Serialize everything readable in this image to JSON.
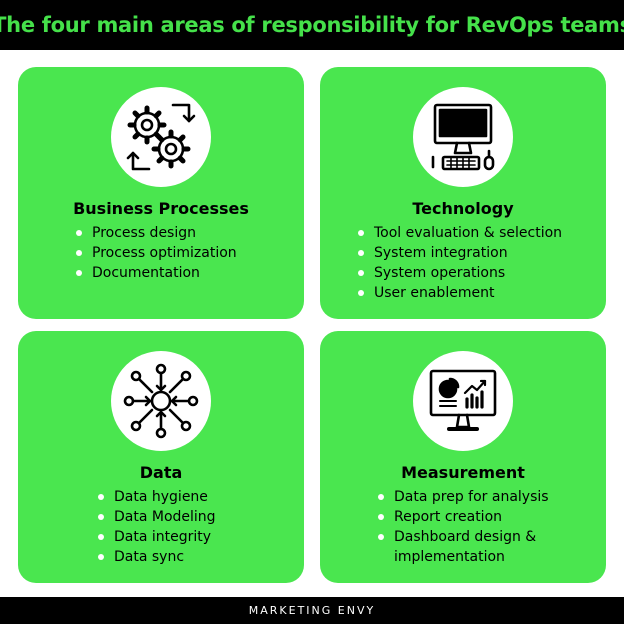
{
  "header": {
    "title": "The four main areas of responsibility for RevOps teams"
  },
  "colors": {
    "accent": "#4ae64f",
    "title": "#45e14a",
    "background": "#ffffff",
    "frame": "#000000"
  },
  "cards": [
    {
      "title": "Business Processes",
      "icon": "gears-process-icon",
      "items": [
        "Process design",
        "Process optimization",
        "Documentation"
      ]
    },
    {
      "title": "Technology",
      "icon": "computer-workstation-icon",
      "items": [
        "Tool evaluation & selection",
        "System integration",
        "System operations",
        "User enablement"
      ]
    },
    {
      "title": "Data",
      "icon": "data-network-icon",
      "items": [
        "Data hygiene",
        "Data Modeling",
        "Data integrity",
        "Data sync"
      ]
    },
    {
      "title": "Measurement",
      "icon": "analytics-monitor-icon",
      "items": [
        "Data prep for analysis",
        "Report creation",
        "Dashboard design & implementation"
      ]
    }
  ],
  "footer": {
    "brand": "MARKETING ENVY"
  }
}
